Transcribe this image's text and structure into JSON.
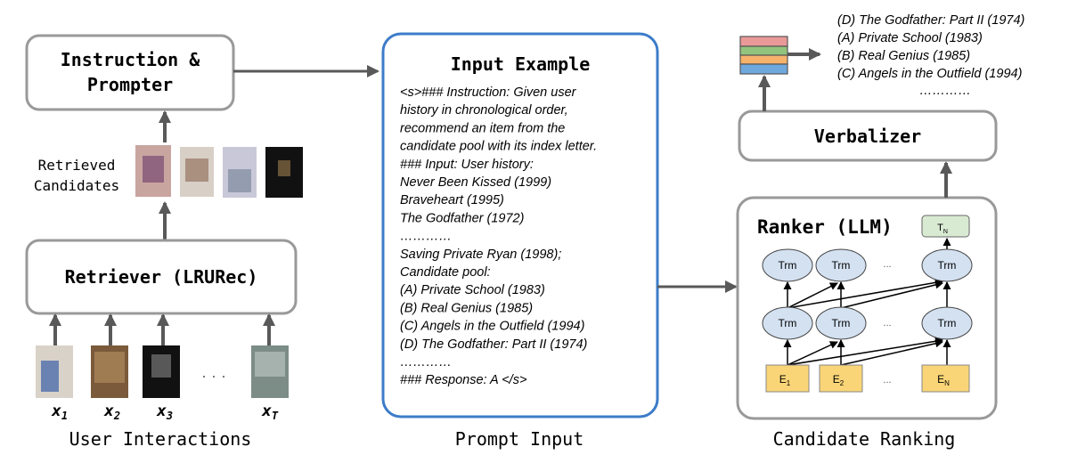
{
  "prompter": {
    "line1": "Instruction &",
    "line2": "Prompter"
  },
  "retrieved": {
    "line1": "Retrieved",
    "line2": "Candidates"
  },
  "retriever": {
    "label": "Retriever (LRURec)"
  },
  "interactions": {
    "labels": [
      "x1",
      "x2",
      "x3",
      "xT"
    ],
    "subs": [
      "1",
      "2",
      "3",
      "T"
    ],
    "dots": "· · ·",
    "caption": "User Interactions"
  },
  "input_example": {
    "title": "Input Example",
    "lines": [
      "<s>### Instruction: Given user",
      "history in chronological order,",
      "recommend an item from the",
      "candidate pool with its index letter.",
      "### Input: User history:",
      "Never Been Kissed (1999)",
      "Braveheart (1995)",
      "The Godfather (1972)",
      "…………",
      "Saving Private Ryan (1998);",
      "Candidate pool:",
      "(A) Private School (1983)",
      "(B) Real Genius (1985)",
      "(C) Angels in the Outfield (1994)",
      "(D) The Godfather: Part II (1974)",
      "…………",
      "### Response: A </s>"
    ],
    "caption": "Prompt Input"
  },
  "ranker": {
    "title": "Ranker (LLM)",
    "node": "Trm",
    "ellipsis": "...",
    "output": {
      "base": "T",
      "sub": "N"
    },
    "embeddings": [
      {
        "base": "E",
        "sub": "1"
      },
      {
        "base": "E",
        "sub": "2"
      },
      {
        "base": "E",
        "sub": "N"
      }
    ]
  },
  "verbalizer": {
    "label": "Verbalizer"
  },
  "ranking": {
    "lines": [
      "(D) The Godfather: Part II (1974)",
      "(A) Private School (1983)",
      "(B) Real Genius (1985)",
      "(C) Angels in the Outfield (1994)"
    ],
    "dots": "…………",
    "caption": "Candidate Ranking"
  },
  "colors": {
    "box_stroke": "#999999",
    "prompt_stroke": "#3d7cc9",
    "arrow": "#595959",
    "trm_fill": "#d3e1f1",
    "emb_fill": "#fad577",
    "out_fill": "#d9ead3",
    "stack": [
      "#ea9999",
      "#93c47d",
      "#f6b26b",
      "#6fa8dc"
    ]
  }
}
